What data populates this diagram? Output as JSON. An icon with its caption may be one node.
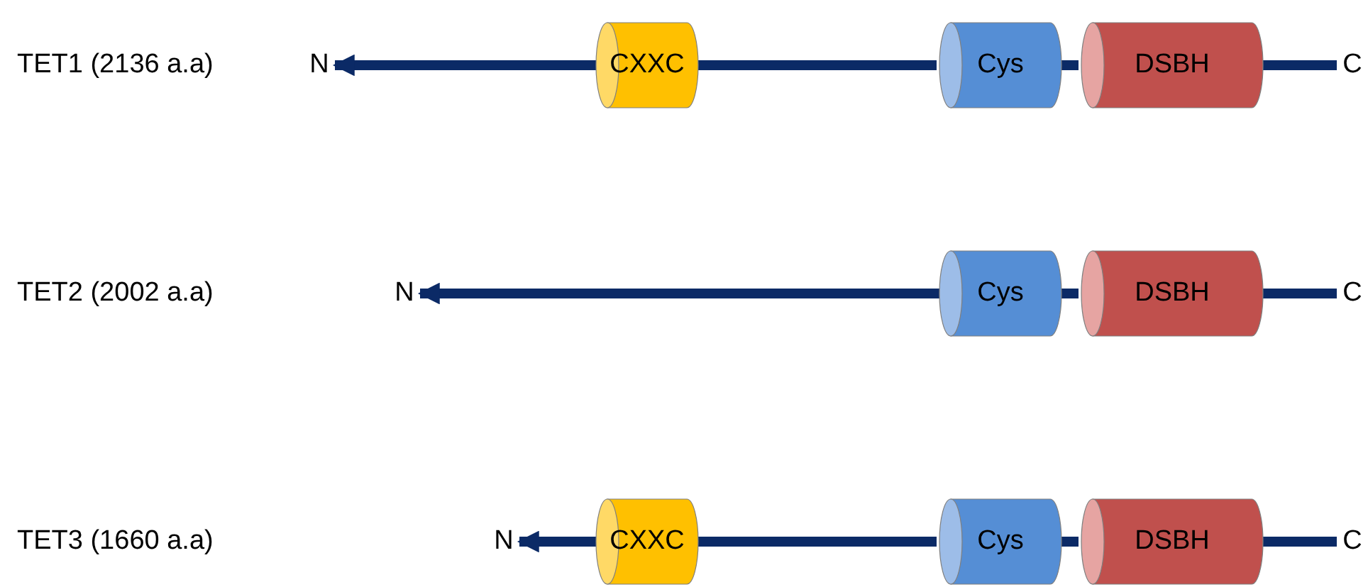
{
  "diagram": {
    "nodes": [
      {
        "text": [
          "N"
        ]
      },
      {
        "text": [
          "CXXC"
        ]
      },
      {
        "text": [
          "Cys"
        ]
      },
      {
        "text": [
          "DSBH"
        ]
      },
      {
        "text": [
          "C"
        ]
      },
      {
        "text": [
          "N"
        ]
      },
      {
        "text": [
          "Cys"
        ]
      },
      {
        "text": [
          "DSBH"
        ]
      },
      {
        "text": [
          "C"
        ]
      },
      {
        "text": [
          "N"
        ]
      },
      {
        "text": [
          "CXXC"
        ]
      },
      {
        "text": [
          "Cys"
        ]
      },
      {
        "text": [
          "DSBH"
        ]
      },
      {
        "text": [
          "C"
        ]
      }
    ],
    "edges": [
      {
        "from": 1,
        "to": 0,
        "arrow": "to"
      },
      {
        "from": 1,
        "to": 2,
        "arrow": "none"
      },
      {
        "from": 2,
        "to": 3,
        "arrow": "none"
      },
      {
        "from": 3,
        "to": 4,
        "arrow": "none"
      },
      {
        "from": 6,
        "to": 5,
        "arrow": "to"
      },
      {
        "from": 6,
        "to": 7,
        "arrow": "none"
      },
      {
        "from": 7,
        "to": 8,
        "arrow": "none"
      },
      {
        "from": 10,
        "to": 9,
        "arrow": "to"
      },
      {
        "from": 10,
        "to": 11,
        "arrow": "none"
      },
      {
        "from": 11,
        "to": 12,
        "arrow": "none"
      },
      {
        "from": 12,
        "to": 13,
        "arrow": "none"
      }
    ],
    "labels": [
      "TET1 (2136 a.a)",
      "TET2 (2002 a.a)",
      "TET3 (1660 a.a)"
    ]
  }
}
